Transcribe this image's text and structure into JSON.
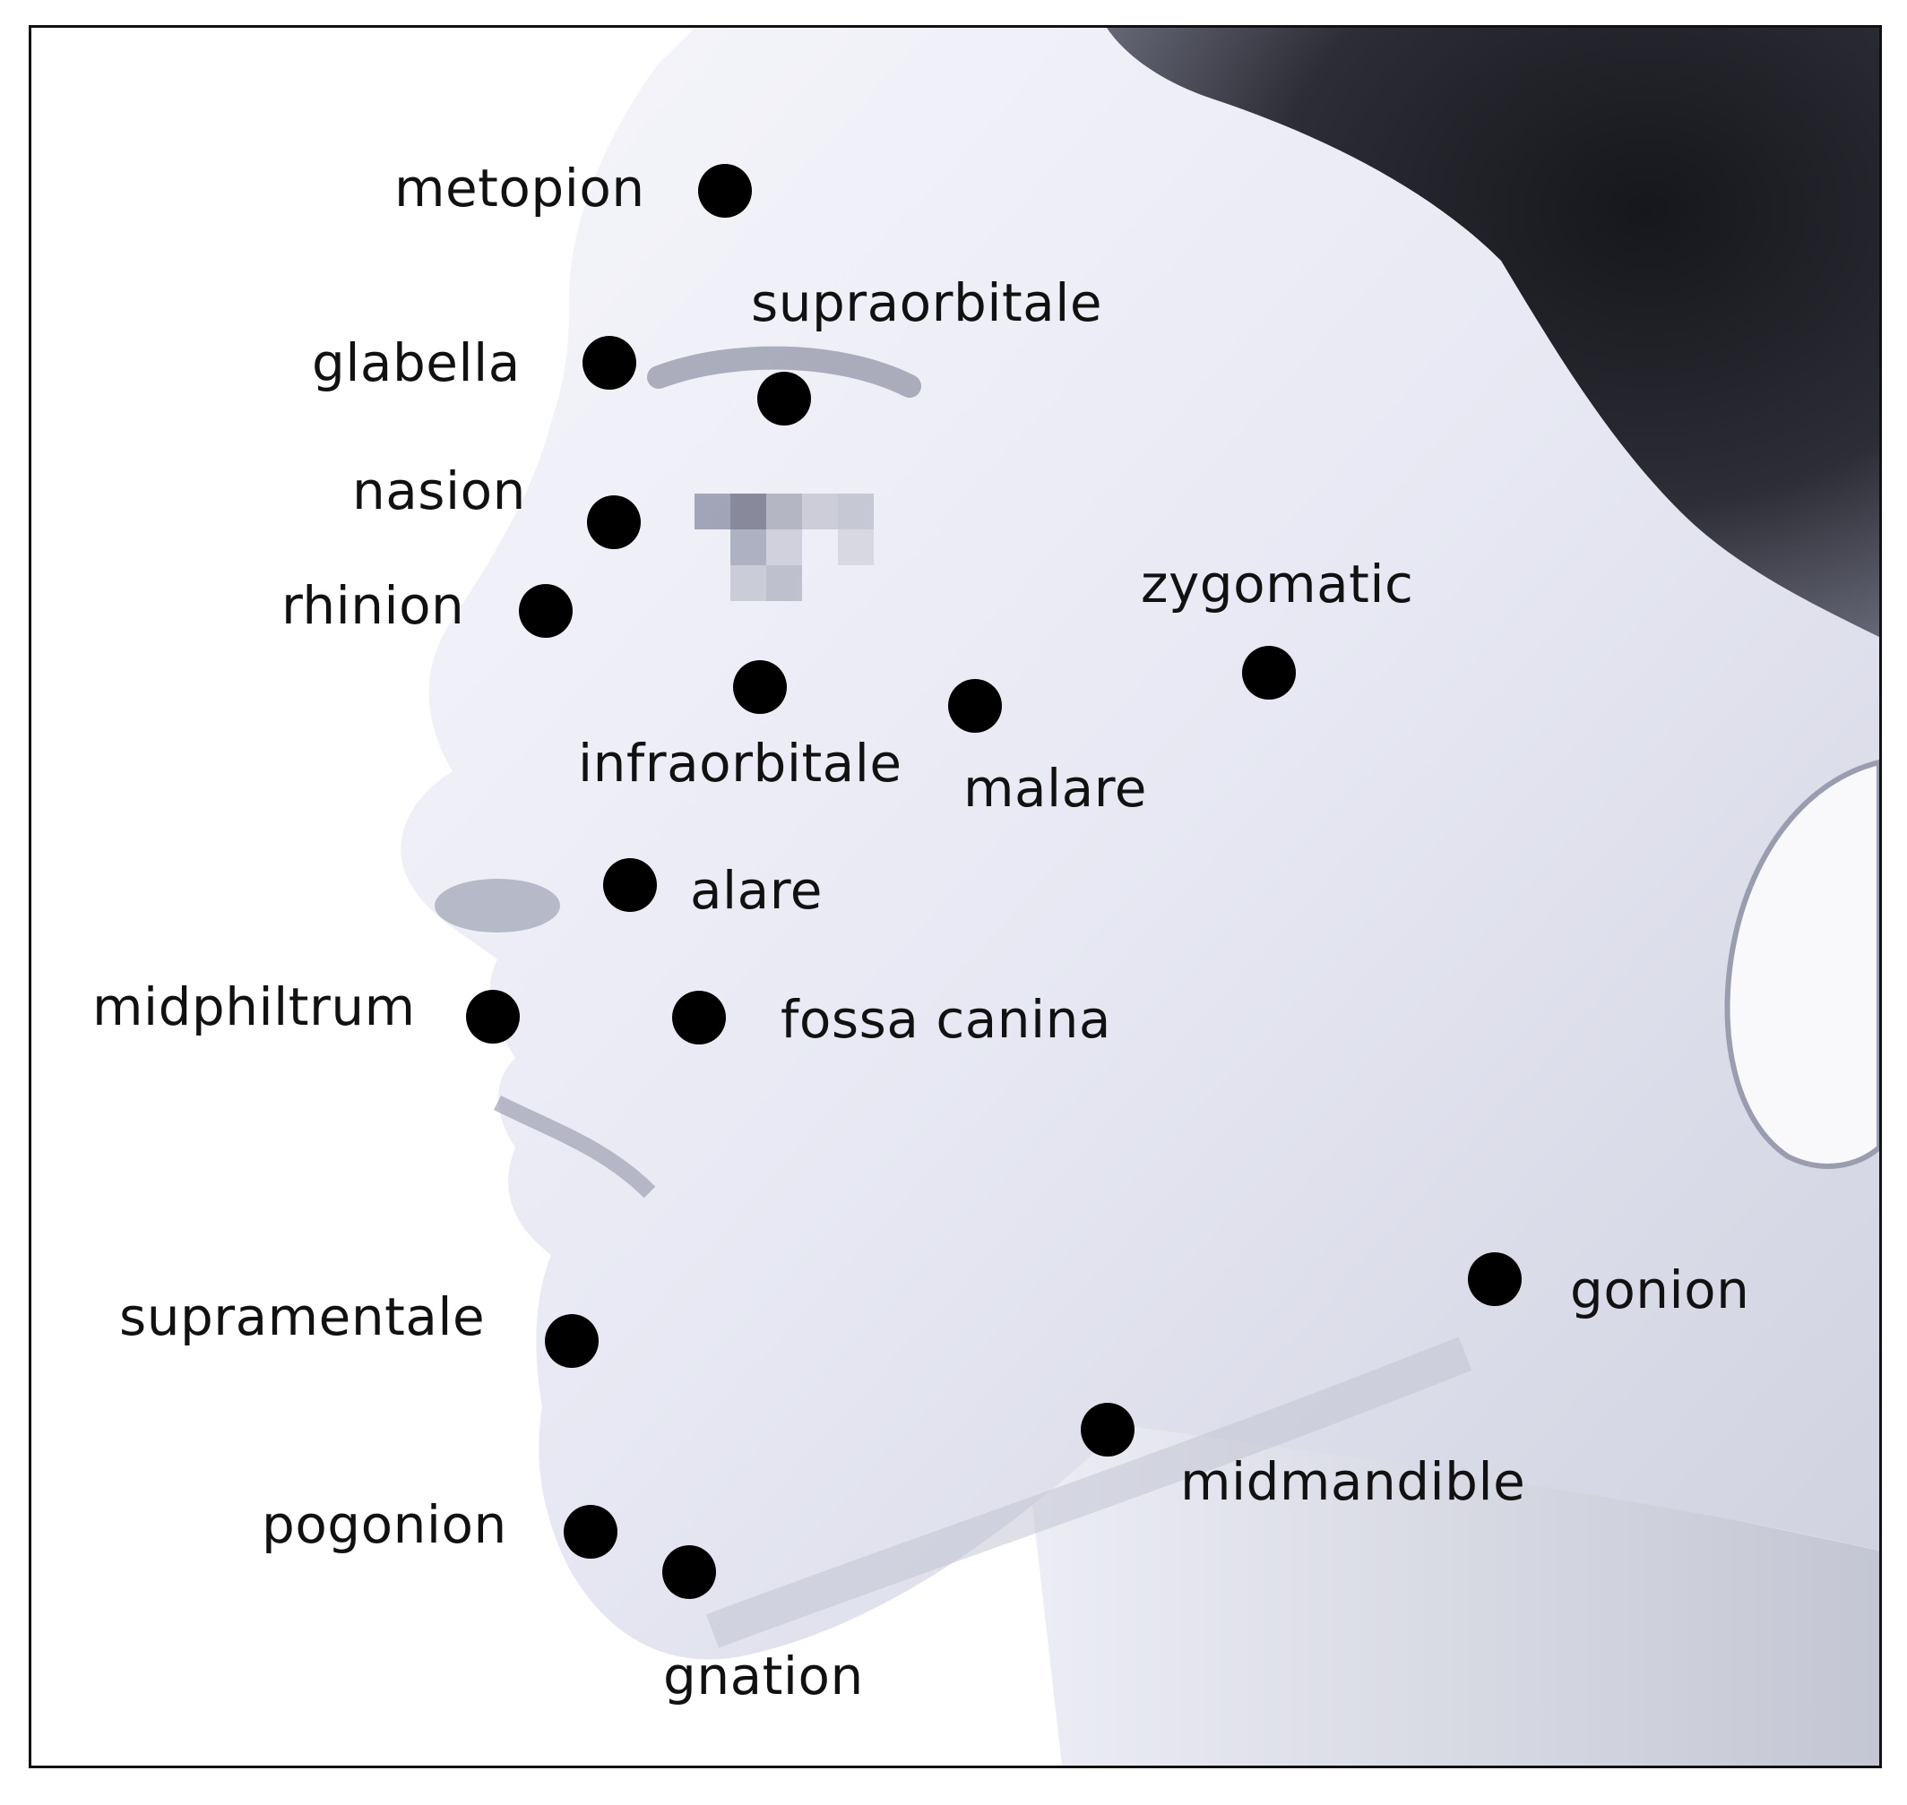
{
  "figure": {
    "landmarks": [
      {
        "id": "metopion",
        "label": "metopion"
      },
      {
        "id": "supraorbitale",
        "label": "supraorbitale"
      },
      {
        "id": "glabella",
        "label": "glabella"
      },
      {
        "id": "nasion",
        "label": "nasion"
      },
      {
        "id": "rhinion",
        "label": "rhinion"
      },
      {
        "id": "zygomatic",
        "label": "zygomatic"
      },
      {
        "id": "infraorbitale",
        "label": "infraorbitale"
      },
      {
        "id": "malare",
        "label": "malare"
      },
      {
        "id": "alare",
        "label": "alare"
      },
      {
        "id": "midphiltrum",
        "label": "midphiltrum"
      },
      {
        "id": "fossa-canina",
        "label": "fossa canina"
      },
      {
        "id": "gonion",
        "label": "gonion"
      },
      {
        "id": "supramentale",
        "label": "supramentale"
      },
      {
        "id": "midmandible",
        "label": "midmandible"
      },
      {
        "id": "pogonion",
        "label": "pogonion"
      },
      {
        "id": "gnation",
        "label": "gnation"
      }
    ],
    "colors": {
      "marker": "#000000",
      "skin_tint": "#e6e8f4",
      "hair": "#1b1c22",
      "background": "#ffffff"
    }
  }
}
